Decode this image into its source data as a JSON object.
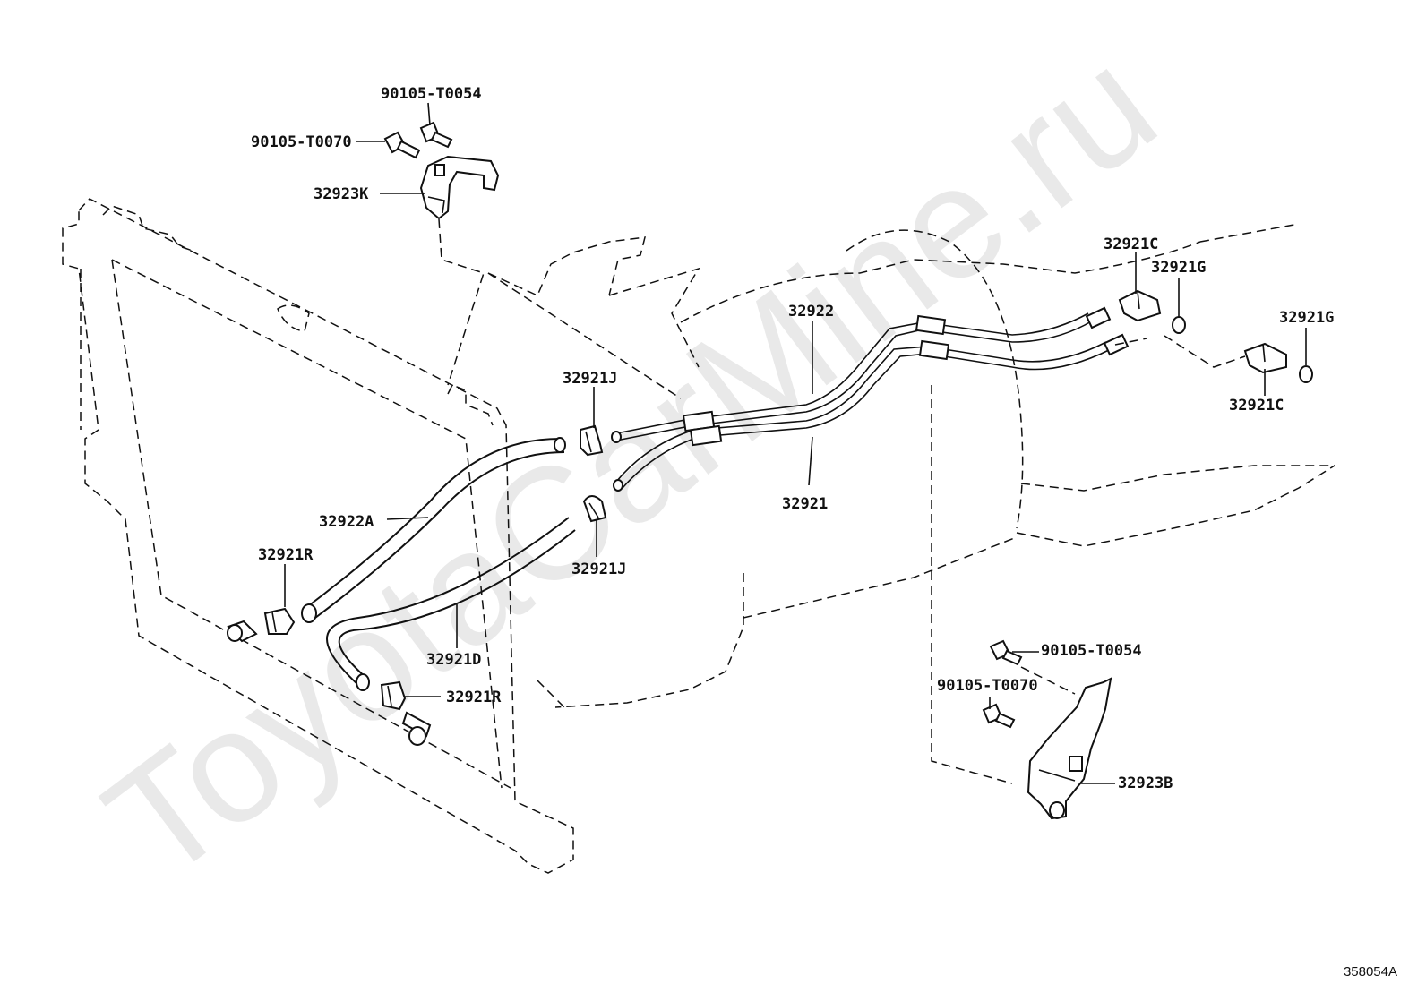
{
  "watermark": "ToyotaCarMine.ru",
  "drawing_number": "358054A",
  "callouts": {
    "p90105_T0054_top": "90105-T0054",
    "p90105_T0070_top": "90105-T0070",
    "p32923K": "32923K",
    "p32922": "32922",
    "p32921J_upper": "32921J",
    "p32921": "32921",
    "p32922A": "32922A",
    "p32921R_upper": "32921R",
    "p32921J_lower": "32921J",
    "p32921D": "32921D",
    "p32921R_lower": "32921R",
    "p32921C_top": "32921C",
    "p32921G_top": "32921G",
    "p32921G_right": "32921G",
    "p32921C_bottom": "32921C",
    "p90105_T0054_bottom": "90105-T0054",
    "p90105_T0070_bottom": "90105-T0070",
    "p32923B": "32923B"
  }
}
